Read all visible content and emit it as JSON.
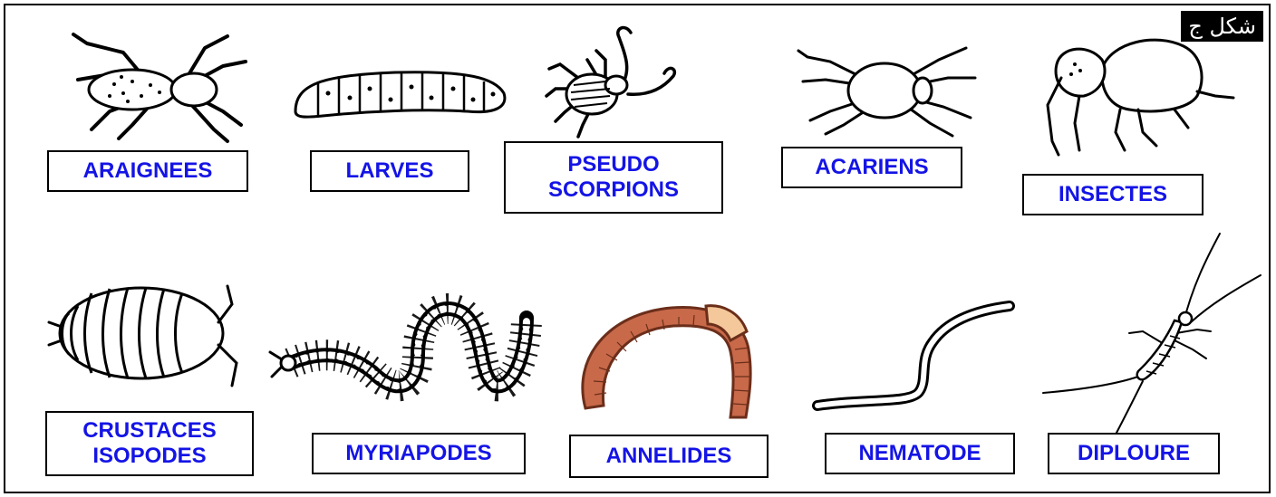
{
  "corner_tag": "شكل ج",
  "labels": {
    "araignees": "ARAIGNEES",
    "larves": "LARVES",
    "pseudo_line1": "PSEUDO",
    "pseudo_line2": "SCORPIONS",
    "acariens": "ACARIENS",
    "insectes": "INSECTES",
    "crustaces_line1": "CRUSTACES",
    "crustaces_line2": "ISOPODES",
    "myriapodes": "MYRIAPODES",
    "annelides": "ANNELIDES",
    "nematode": "NEMATODE",
    "diploure": "DIPLOURE"
  },
  "colors": {
    "label_text": "#1414e6",
    "worm_body": "#c8694a",
    "worm_clitellum": "#f4c89a"
  }
}
